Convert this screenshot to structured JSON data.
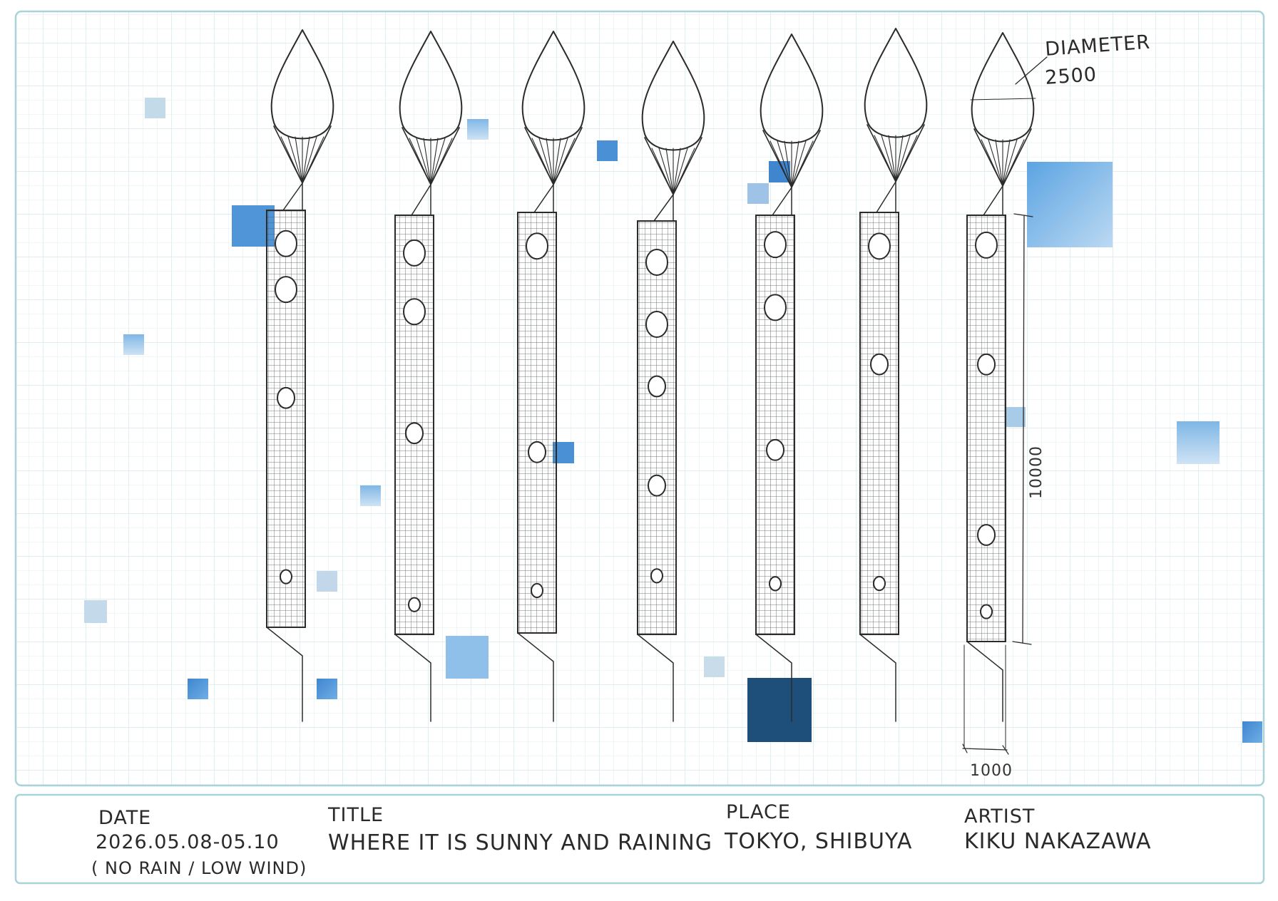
{
  "annotations": {
    "diameter_label": "DIAMETER",
    "diameter_value": "2500",
    "height_value": "10000",
    "width_value": "1000"
  },
  "footer": {
    "date_label": "DATE",
    "date_value": "2026.05.08-05.10",
    "date_note": "( NO RAIN / LOW WIND)",
    "title_label": "TITLE",
    "title_value": "WHERE IT IS SUNNY AND RAINING",
    "place_label": "PLACE",
    "place_value": "TOKYO, SHIBUYA",
    "artist_label": "ARTIST",
    "artist_value": "KIKU NAKAZAWA"
  },
  "balloons": [
    {
      "holes": [
        0.08,
        0.19,
        0.45,
        0.93
      ]
    },
    {
      "holes": [
        0.09,
        0.23,
        0.52,
        0.98
      ]
    },
    {
      "holes": [
        0.08,
        0.57,
        0.95
      ]
    },
    {
      "holes": [
        0.1,
        0.25,
        0.4,
        0.64,
        0.91
      ]
    },
    {
      "holes": [
        0.07,
        0.22,
        0.56,
        0.93
      ]
    },
    {
      "holes": [
        0.08,
        0.36,
        0.93
      ]
    },
    {
      "holes": [
        0.07,
        0.35,
        0.75,
        0.98
      ]
    }
  ],
  "colors": {
    "frame": "#a9d3d8",
    "grid": "#d9ecef",
    "pencil": "#2b2b2b",
    "sky_light": "#a9cbe9",
    "sky_mid": "#4a90d4",
    "sky_dark": "#1e4f7a"
  }
}
